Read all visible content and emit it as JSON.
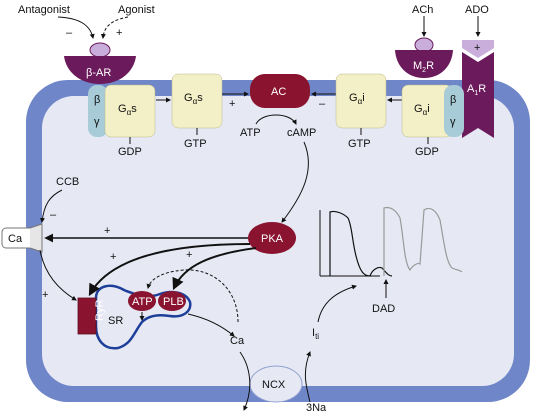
{
  "external": {
    "antagonist": "Antagonist",
    "agonist": "Agonist",
    "ach": "ACh",
    "ado": "ADO"
  },
  "receptors": {
    "beta_ar": "β-AR",
    "m2r_main": "M",
    "m2r_sub": "2",
    "m2r_tail": "R",
    "a1r_main": "A",
    "a1r_sub": "1",
    "a1r_tail": "R"
  },
  "g_proteins": {
    "left_gas": "G",
    "left_gas_sub": "α",
    "left_gas_tail": "s",
    "mid_gas": "G",
    "mid_gas_sub": "α",
    "mid_gas_tail": "s",
    "mid_gai": "G",
    "mid_gai_sub": "α",
    "mid_gai_tail": "i",
    "right_gai": "G",
    "right_gai_sub": "α",
    "right_gai_tail": "i",
    "beta": "β",
    "gamma": "γ"
  },
  "nucleotides": {
    "gdp_left": "GDP",
    "gtp_left": "GTP",
    "gtp_right": "GTP",
    "gdp_right": "GDP"
  },
  "enzymes": {
    "ac": "AC",
    "atp": "ATP",
    "camp": "cAMP",
    "pka": "PKA"
  },
  "channels": {
    "ccb": "CCB",
    "ca_channel": "Ca",
    "ryr": "RyR",
    "sr": "SR",
    "atp_pump": "ATP",
    "plb": "PLB",
    "ca_free": "Ca",
    "ncx": "NCX",
    "iti_main": "I",
    "iti_sub": "ti",
    "na": "3Na",
    "dad": "DAD"
  },
  "signs": {
    "minus": "–",
    "plus": "+"
  },
  "colors": {
    "membrane": "#6f86c8",
    "cytoplasm": "#e6e8f4",
    "receptor_purple": "#6b1a5b",
    "enzyme_red": "#8a1430",
    "g_protein": "#f3efc6",
    "beta_gamma": "#a8cbd8",
    "sr_outline": "#1d3f9a",
    "ligand": "#c9aedb"
  }
}
